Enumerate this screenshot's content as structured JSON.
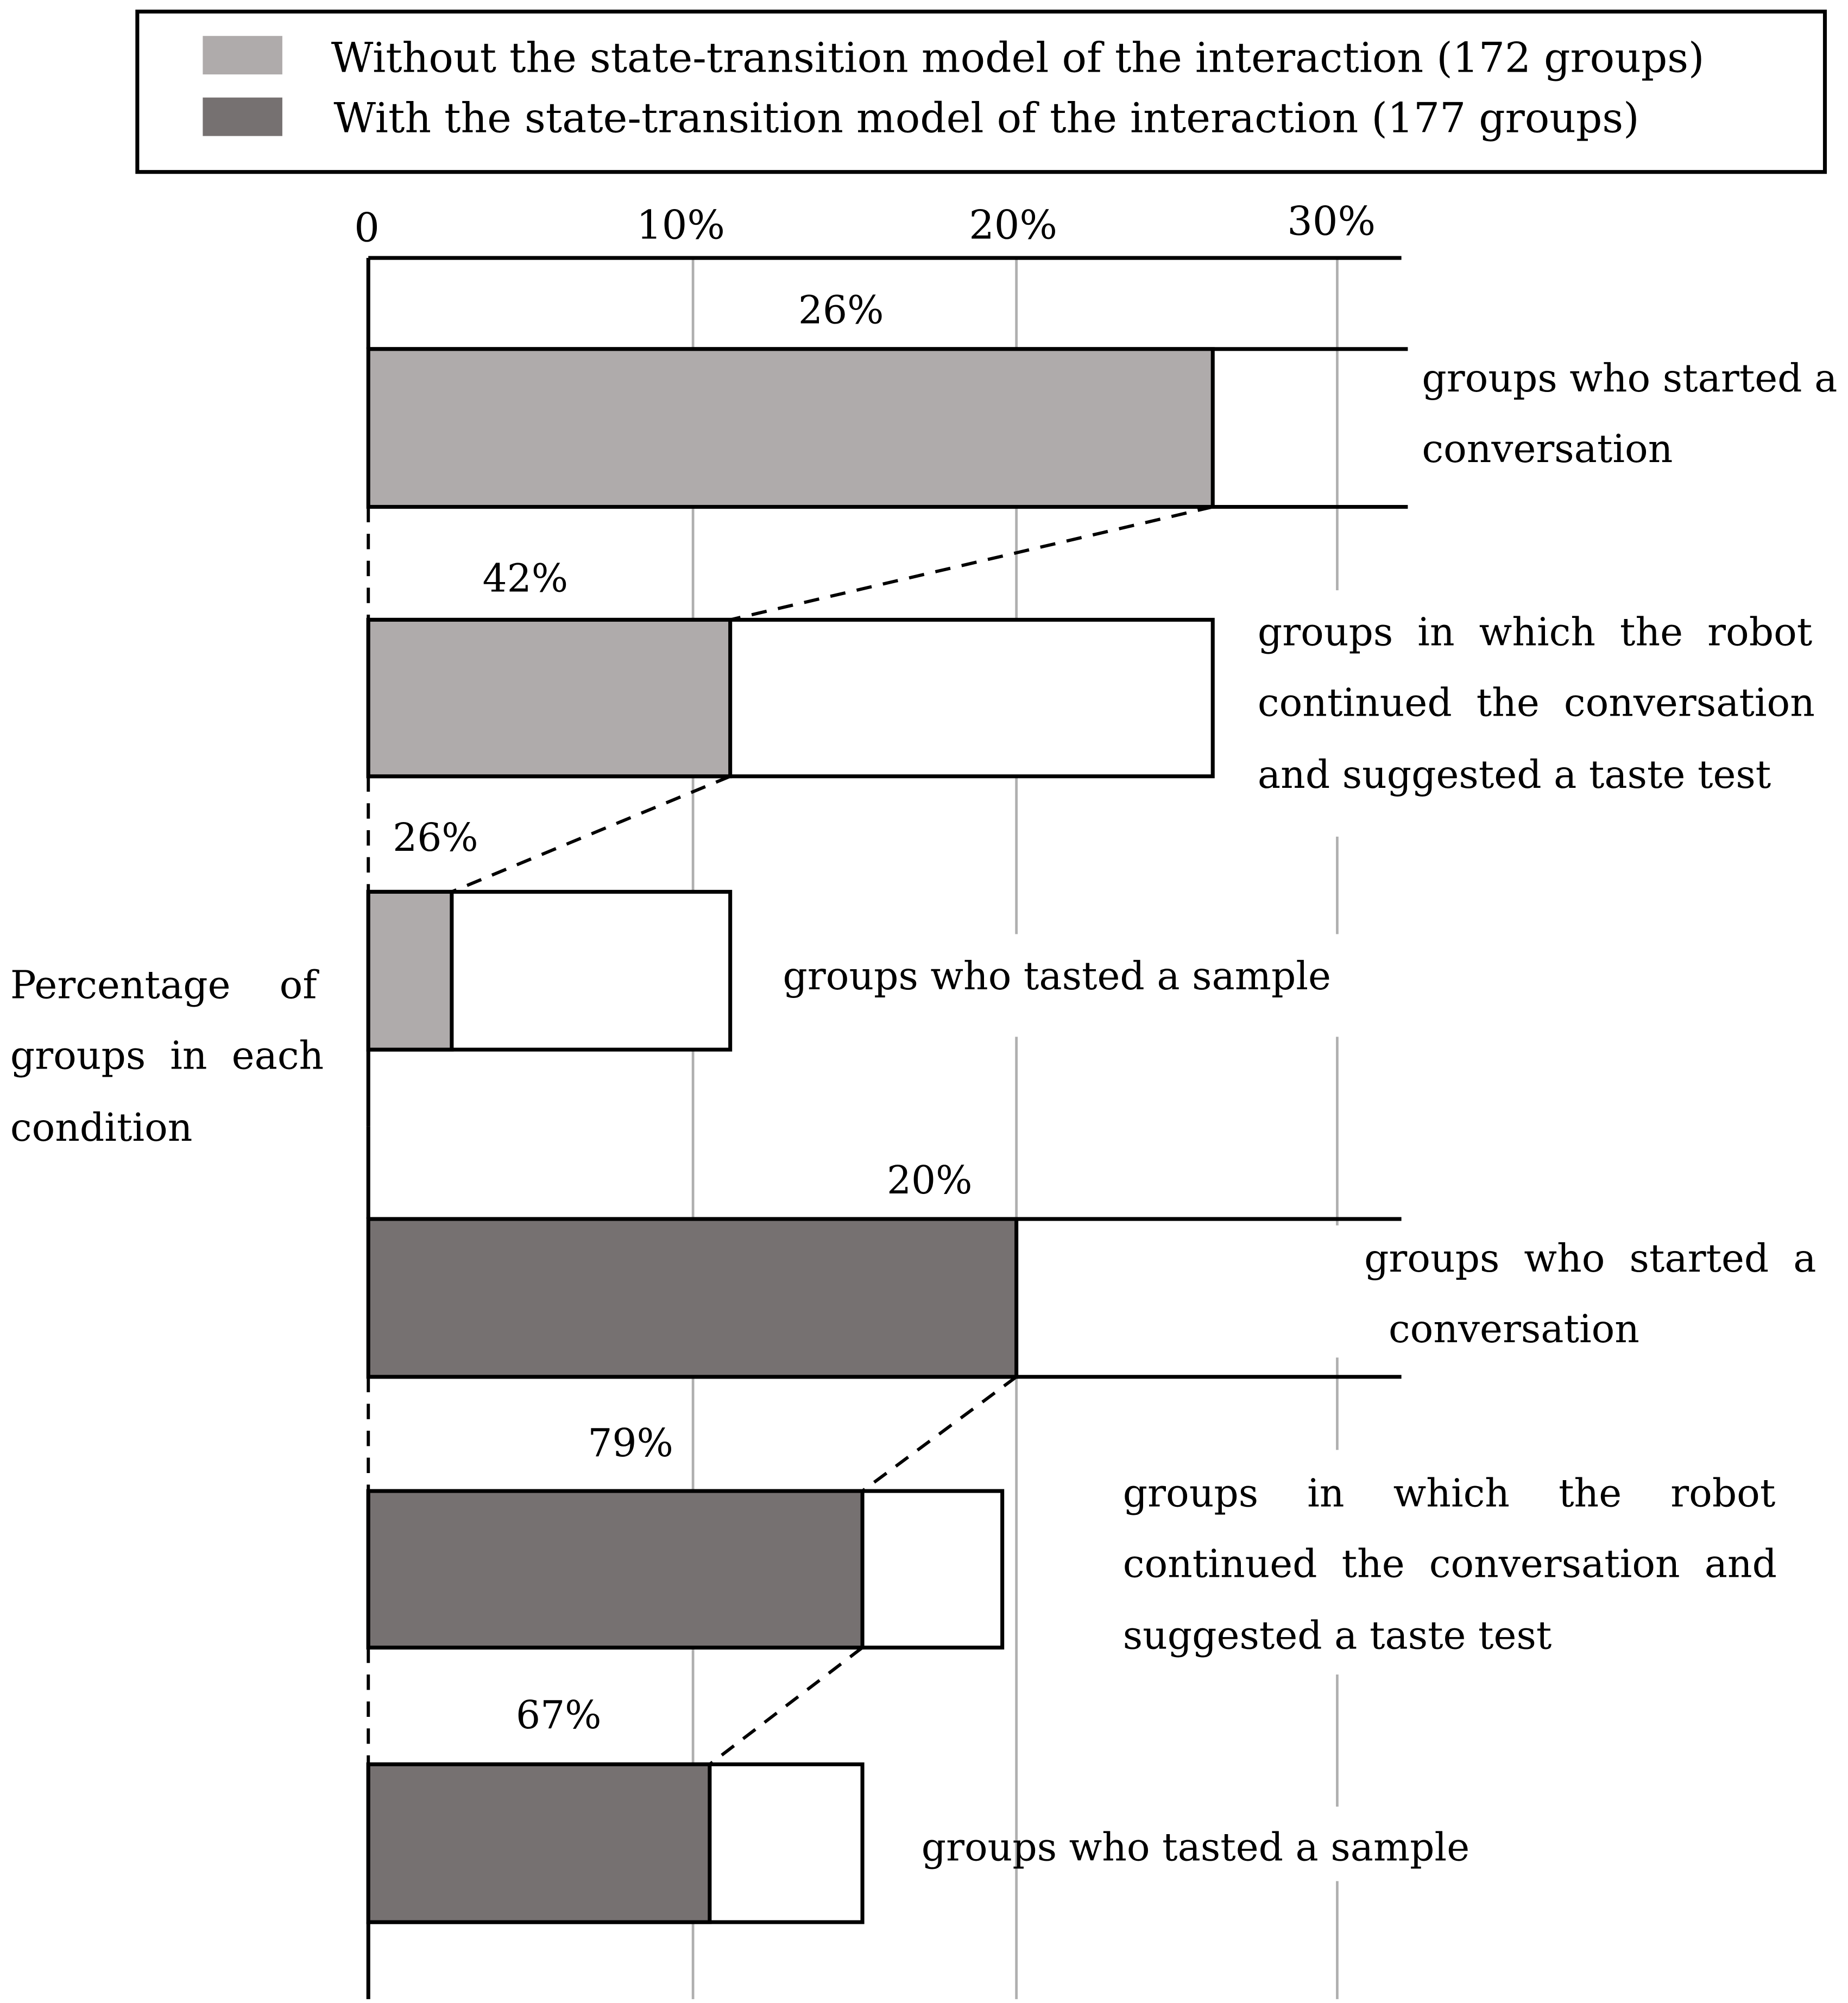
{
  "legend": {
    "items": [
      {
        "label": "Without the state-transition model of the interaction (172 groups)",
        "color": "#AFABAB"
      },
      {
        "label": "With the state-transition model of the interaction (177 groups)",
        "color": "#767171"
      }
    ]
  },
  "axis": {
    "ticks": [
      "0",
      "10%",
      "20%",
      "30%"
    ],
    "ylabel_lines": [
      "Percentage    of",
      "groups  in  each",
      "condition"
    ]
  },
  "bars": {
    "without": {
      "started": {
        "pct": "26%",
        "label_lines": [
          "groups who started a",
          "conversation"
        ]
      },
      "continued": {
        "pct": "42%",
        "label_lines": [
          "groups  in  which  the  robot",
          "continued  the  conversation",
          "and suggested a taste test"
        ]
      },
      "tasted": {
        "pct": "26%",
        "label_lines": [
          "groups who tasted a sample"
        ]
      }
    },
    "with": {
      "started": {
        "pct": "20%",
        "label_lines": [
          "groups  who  started  a",
          "conversation"
        ]
      },
      "continued": {
        "pct": "79%",
        "label_lines": [
          "groups    in    which    the    robot",
          "continued  the  conversation  and",
          "suggested a taste test"
        ]
      },
      "tasted": {
        "pct": "67%",
        "label_lines": [
          "groups who tasted a sample"
        ]
      }
    }
  },
  "chart_data": {
    "type": "bar",
    "title": "",
    "xlabel": "",
    "ylabel": "Percentage of groups in each condition",
    "xlim": [
      0,
      32
    ],
    "x_ticks": [
      "0",
      "10%",
      "20%",
      "30%"
    ],
    "grid": true,
    "legend_position": "top",
    "categories": [
      "groups who started a conversation",
      "groups in which the robot continued the conversation and suggested a taste test",
      "groups who tasted a sample"
    ],
    "series": [
      {
        "name": "Without the state-transition model of the interaction (172 groups)",
        "values_percent_of_all_groups": [
          26,
          11,
          2.8
        ],
        "conditional_rates": [
          "26%",
          "42%",
          "26%"
        ]
      },
      {
        "name": "With the state-transition model of the interaction (177 groups)",
        "values_percent_of_all_groups": [
          20,
          15.5,
          10.6
        ],
        "conditional_rates": [
          "20%",
          "79%",
          "67%"
        ]
      }
    ]
  }
}
